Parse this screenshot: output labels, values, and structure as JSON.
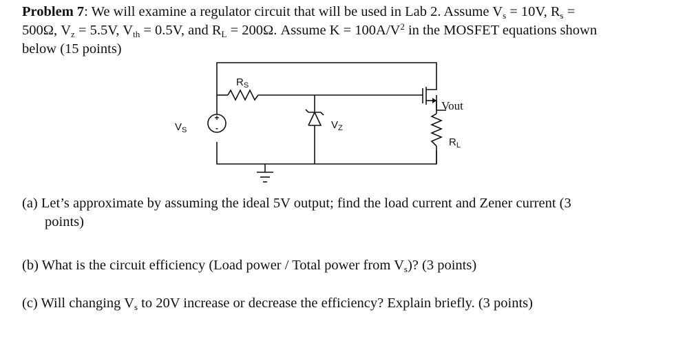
{
  "problem": {
    "label": "Problem 7",
    "intro": {
      "l1a": ": We will examine a regulator circuit that will be used in Lab 2. Assume V",
      "l1b": " = 10V, R",
      "l1c": " =",
      "l2a": "500Ω, V",
      "l2b": " = 5.5V, V",
      "l2c": " = 0.5V, and R",
      "l2d": " = 200Ω.  Assume K = 100A/V",
      "l2e": " in the MOSFET equations shown",
      "l3": "below (15 points)",
      "sub_s": "s",
      "sub_z": "z",
      "sub_th": "th",
      "sub_L": "L",
      "sup_2": "2"
    }
  },
  "circuit": {
    "labels": {
      "vs_main": "V",
      "vs_sub": "S",
      "rs_main": "R",
      "rs_sub": "S",
      "vz_main": "V",
      "vz_sub": "Z",
      "vout": "Vout",
      "rl_main": "R",
      "rl_sub": "L",
      "plus": "+",
      "minus": "-"
    }
  },
  "questions": {
    "a": {
      "line1": "(a) Let’s approximate by assuming the ideal 5V output; find the load current and Zener current (3",
      "line2": "points)"
    },
    "b": {
      "pre": "(b) What is the circuit efficiency (Load power / Total power from V",
      "sub": "s",
      "post": ")? (3 points)"
    },
    "c": {
      "pre": "(c) Will changing V",
      "sub": "s",
      "post": " to 20V increase or decrease the efficiency?  Explain briefly. (3 points)"
    }
  }
}
